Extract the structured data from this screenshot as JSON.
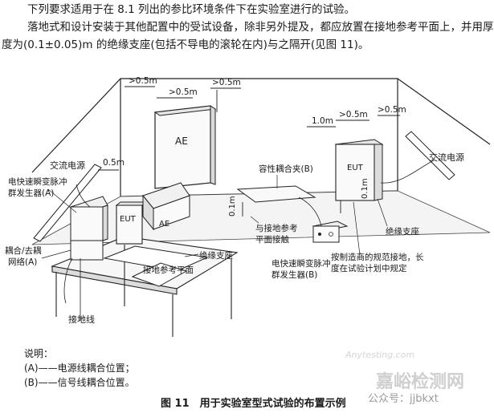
{
  "intro": {
    "line1": "下列要求适用于在 8.1 列出的参比环境条件下在实验室进行的试验。",
    "line2": "落地式和设计安装于其他配置中的受试设备，除非另外提及，都应放置在接地参考平面上，并用厚",
    "line3": "度为(0.1±0.05)m 的绝缘支座(包括不导电的滚轮在内)与之隔开(见图 11)。"
  },
  "figure": {
    "dim_ae_left": ">0.5m",
    "dim_ae_top": ">0.5m",
    "dim_ae_right": ">0.5m",
    "dim_table": "0.5m",
    "dim_floor_1m": "1.0m",
    "dim_floor_05m": ">0.5m",
    "dim_floor_right": ">0.5m",
    "dim_height_01_left": "0.1m",
    "dim_height_01_right": "0.1m",
    "ae_big": "AE",
    "ae_small": "AE",
    "eut_table": "EUT",
    "eut_floor": "EUT",
    "lbl_ac_left": "交流电源",
    "lbl_eft_a_1": "电快速瞬变脉冲",
    "lbl_eft_a_2": "群发生器(A)",
    "lbl_cdn_1": "耦合/去耦",
    "lbl_cdn_2": "网络(A)",
    "lbl_ground_line": "接地线",
    "lbl_grp": "接地参考平面",
    "lbl_insul_support": "绝缘支座",
    "lbl_clamp": "容性耦合夹(B)",
    "lbl_to_grp_1": "与接地参考",
    "lbl_to_grp_2": "平面接触",
    "lbl_eft_b_1": "电快速瞬变脉冲",
    "lbl_eft_b_2": "群发生器(B)",
    "lbl_grounding_1": "按制造商的规范接地，长",
    "lbl_grounding_2": "度在试验计划中规定",
    "lbl_insul_right": "绝缘支座",
    "lbl_ac_right": "交流电源"
  },
  "legend": {
    "title": "说明：",
    "a": "(A)——电源线耦合位置；",
    "b": "(B)——信号线耦合位置。"
  },
  "caption": "图 11　用于实验室型式试验的布置示例",
  "watermark": {
    "brand": "嘉峪检测网",
    "url": "Anytesting.com",
    "wechat": "公众号：jjbkxt"
  }
}
